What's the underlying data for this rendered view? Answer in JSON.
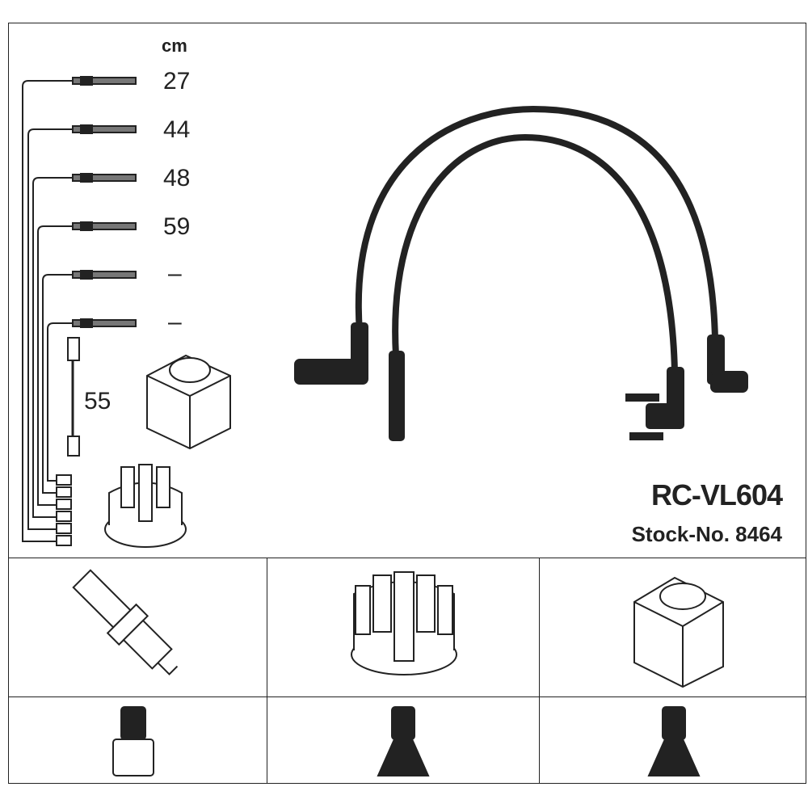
{
  "unit_label": "cm",
  "lengths": [
    "27",
    "44",
    "48",
    "59",
    "–",
    "–"
  ],
  "coil_lead_length": "55",
  "product": {
    "code": "RC-VL604",
    "stock_label": "Stock-No. 8464"
  },
  "colors": {
    "line": "#222222",
    "background": "#ffffff"
  }
}
